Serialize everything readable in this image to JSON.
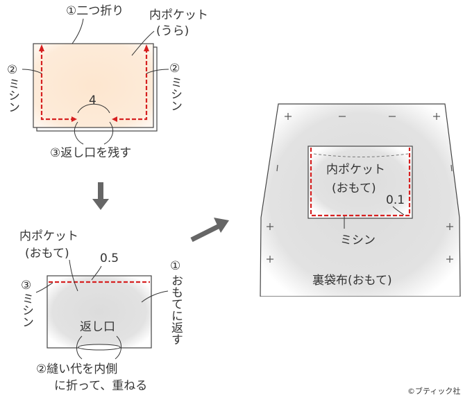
{
  "step1": {
    "fold_label": "①二つ折り",
    "pocket_back_line1": "内ポケット",
    "pocket_back_line2": "(うら)",
    "left_sew_num": "②",
    "left_sew_word": "ミシン",
    "right_sew_num": "②",
    "right_sew_word": "ミシン",
    "opening_width": "4",
    "leave_opening": "③返し口を残す"
  },
  "step2": {
    "pocket_front_line1": "内ポケット",
    "pocket_front_line2": "(おもて)",
    "topstitch_width": "0.5",
    "left_sew_num": "③",
    "left_sew_word": "ミシン",
    "turn_num": "①",
    "turn_word": "おもてに返す",
    "opening": "返し口",
    "fold_in_line1": "②縫い代を内側",
    "fold_in_line2": "に折って、重ねる"
  },
  "step3": {
    "pocket_front_line1": "内ポケット",
    "pocket_front_line2": "(おもて)",
    "edge_width": "0.1",
    "sew_word": "ミシン",
    "lining_label": "裏袋布(おもて)"
  },
  "credit": "©ブティック社",
  "colors": {
    "stitch": "#d62020",
    "pocket_back_fill": "#fde9d6",
    "fabric_gray": "#e0e0e0",
    "line": "#333333",
    "arrow": "#666666"
  }
}
